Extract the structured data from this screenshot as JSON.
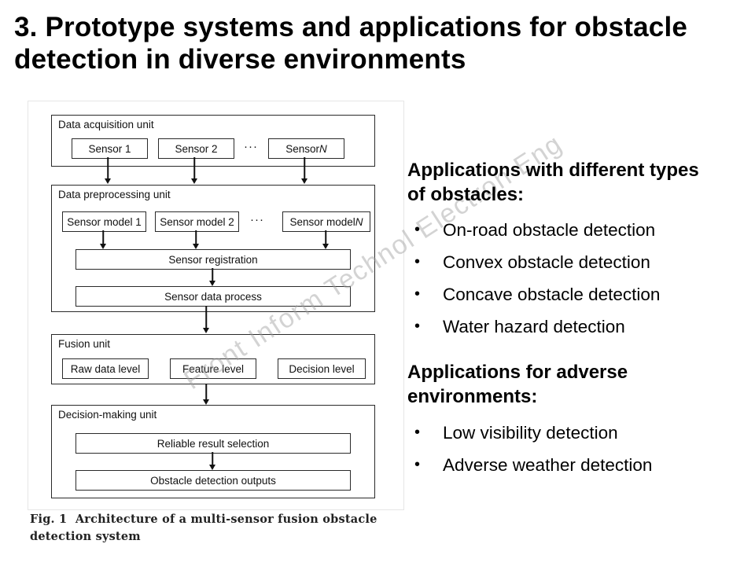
{
  "title": "3. Prototype systems and applications for obstacle\ndetection in diverse environments",
  "figure": {
    "watermark": "Front Inform Technol Electron Eng",
    "caption": "Fig. 1  Architecture of a multi-sensor fusion obstacle\ndetection system",
    "acquisition": {
      "label": "Data acquisition unit",
      "sensor1": "Sensor 1",
      "sensor2": "Sensor 2",
      "dots": "···",
      "sensorN_prefix": "Sensor ",
      "sensorN_var": "N"
    },
    "preprocessing": {
      "label": "Data preprocessing unit",
      "model1": "Sensor model 1",
      "model2": "Sensor model 2",
      "dots": "···",
      "modelN_prefix": "Sensor model ",
      "modelN_var": "N",
      "registration": "Sensor registration",
      "data_process": "Sensor data process"
    },
    "fusion": {
      "label": "Fusion unit",
      "raw": "Raw data level",
      "feature": "Feature level",
      "decision": "Decision level"
    },
    "decision_making": {
      "label": "Decision-making unit",
      "selection": "Reliable result selection",
      "outputs": "Obstacle detection outputs"
    }
  },
  "right": {
    "obstacles": {
      "heading": "Applications with different types\nof obstacles:",
      "items": [
        "On-road obstacle detection",
        "Convex obstacle detection",
        "Concave obstacle detection",
        "Water hazard detection"
      ]
    },
    "adverse": {
      "heading": "Applications for adverse\nenvironments:",
      "items": [
        "Low visibility detection",
        "Adverse weather detection"
      ]
    }
  }
}
